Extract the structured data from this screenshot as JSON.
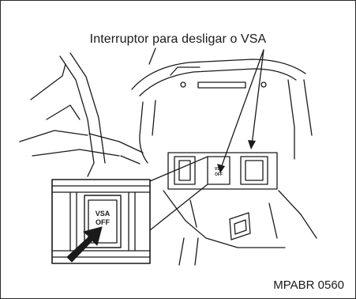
{
  "diagram": {
    "callout_label": "Interruptor para desligar o VSA",
    "switch_small_text": [
      "VSA",
      "OFF"
    ],
    "switch_inset_text": [
      "VSA",
      "OFF"
    ],
    "figure_code": "MPABR 0560"
  },
  "colors": {
    "line": "#1a1a1a",
    "background": "#ffffff"
  }
}
